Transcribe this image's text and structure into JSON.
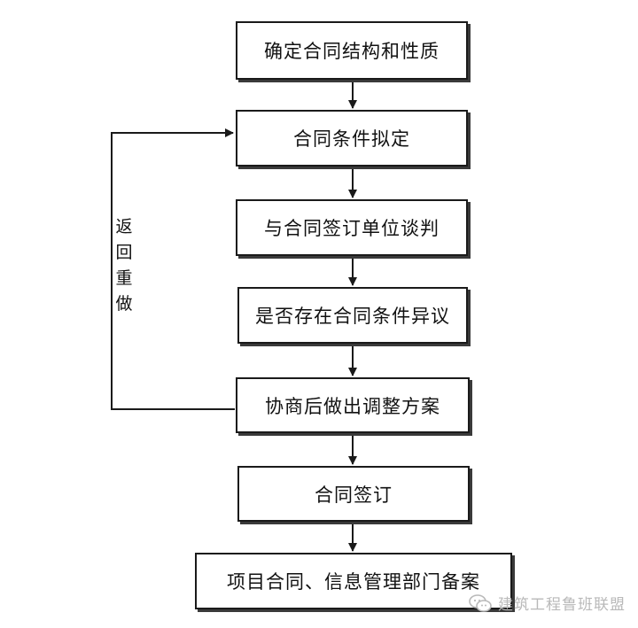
{
  "steps": [
    {
      "label": "确定合同结构和性质"
    },
    {
      "label": "合同条件拟定"
    },
    {
      "label": "与合同签订单位谈判"
    },
    {
      "label": "是否存在合同条件异议"
    },
    {
      "label": "协商后做出调整方案"
    },
    {
      "label": "合同签订"
    },
    {
      "label": "项目合同、信息管理部门备案"
    }
  ],
  "loop_back": {
    "chars": [
      "返",
      "回",
      "重",
      "做"
    ]
  },
  "watermark": {
    "text": "建筑工程鲁班联盟",
    "icon": "wechat-icon"
  },
  "colors": {
    "line": "#1a1a1a",
    "shadow": "#3a3a3a",
    "watermark": "#b9b9b9"
  }
}
